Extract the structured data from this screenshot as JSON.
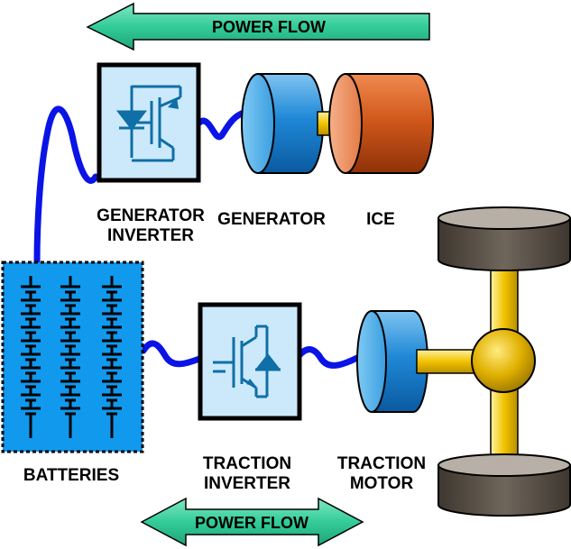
{
  "top_arrow": {
    "label": "POWER FLOW",
    "direction": "left"
  },
  "bottom_arrow": {
    "label": "POWER FLOW",
    "direction": "both"
  },
  "labels": {
    "generator_inverter": "GENERATOR\nINVERTER",
    "generator": "GENERATOR",
    "ice": "ICE",
    "batteries": "BATTERIES",
    "traction_inverter": "TRACTION\nINVERTER",
    "traction_motor": "TRACTION\nMOTOR"
  },
  "colors": {
    "arrow_fill": "#33cc99",
    "cable": "#0a14e6",
    "inverter_fill": "#cce9fb",
    "battery_fill": "#1199ee",
    "machine_blue": "#1f88d6",
    "ice_orange": "#d2591c",
    "shaft_yellow": "#f2c200",
    "wheel_brown": "#5e564d"
  }
}
